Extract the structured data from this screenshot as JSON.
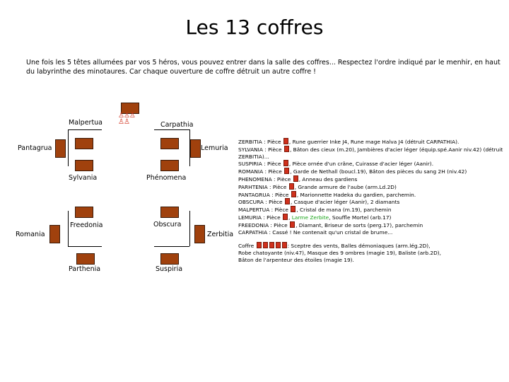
{
  "title": "Les 13 coffres",
  "intro": "Une fois les 5 têtes allumées par vos 5 héros, vous pouvez entrer dans la salle des coffres... Respectez l'ordre indiqué par le menhir, en haut du labyrinthe des minotaures. Car chaque ouverture de coffre détruit un autre coffre !",
  "map": {
    "malpertua": "Malpertua",
    "carpathia": "Carpathia",
    "pantagrua": "Pantagrua",
    "lemuria": "Lemuria",
    "sylvania": "Sylvania",
    "phenomena": "Phénomena",
    "romania": "Romania",
    "freedonia": "Freedonia",
    "obscura": "Obscura",
    "zerbitia": "Zerbitia",
    "parthenia": "Parthenia",
    "suspiria": "Suspiria",
    "heads_glyphs": "♙♙♙\n♙♙"
  },
  "legend": {
    "zerbitia": {
      "pre": "ZERBITIA : Pièce",
      "post": ", Rune guerrier Inke J4, Rune mage Halva J4 (détruit CARPATHIA)."
    },
    "sylvania": {
      "pre": "SYLVANIA : Pièce",
      "post": ", Bâton des cieux (m.20), Jambières d'acier léger (équip.spé.Aanir niv.42) (détruit ZERBITIA)..."
    },
    "suspiria": {
      "pre": "SUSPIRIA : Pièce",
      "post": ", Pièce ornée d'un crâne, Cuirasse d'acier léger (Aanir)."
    },
    "romania": {
      "pre": "ROMANIA : Pièce",
      "post": ", Garde de Nethall (boucl.19), Bâton des pièces du sang 2H (niv.42)"
    },
    "phenomena": {
      "pre": "PHENOMENA : Pièce",
      "post": ", Anneau des gardiens"
    },
    "parhtenia": {
      "pre": "PARHTENIA : Pièce",
      "post": ", Grande armure de l'aube (arm.Ld.2D)"
    },
    "pantagrua": {
      "pre": "PANTAGRUA : Pièce",
      "post": ", Marionnette Hadeka du gardien, parchemin."
    },
    "obscura": {
      "pre": "OBSCURA : Pièce",
      "post": ", Casque d'acier léger (Aanir), 2 diamants"
    },
    "malpertua": {
      "pre": "MALPERTUA : Pièce",
      "post": ", Cristal de mana (m.19), parchemin"
    },
    "lemuria": {
      "pre": "LEMURIA : Pièce",
      "green": "Larme Zerbite",
      "post": ", Souffle Mortel (arb.17)"
    },
    "freedonia": {
      "pre": "FREEDONIA : Pièce",
      "post": ", Diamant, Briseur de sorts (perg.17), parchemin"
    },
    "carpathia": "CARPATHIA : Cassé ! Ne contenait qu'un cristal de brume...",
    "coffre": {
      "pre": "Coffre",
      "post": ": Sceptre des vents, Balles démoniaques (arm.lég.2D),",
      "line2": "Robe chatoyante (niv.47), Masque des 9 ombres (magie 19), Baliste (arb.2D),",
      "line3": "Bâton de l'arpenteur des étoiles (magie 19)."
    }
  },
  "colors": {
    "chest": "#a0410d",
    "heads": "#d0301c",
    "green_text": "#1aa51a"
  }
}
